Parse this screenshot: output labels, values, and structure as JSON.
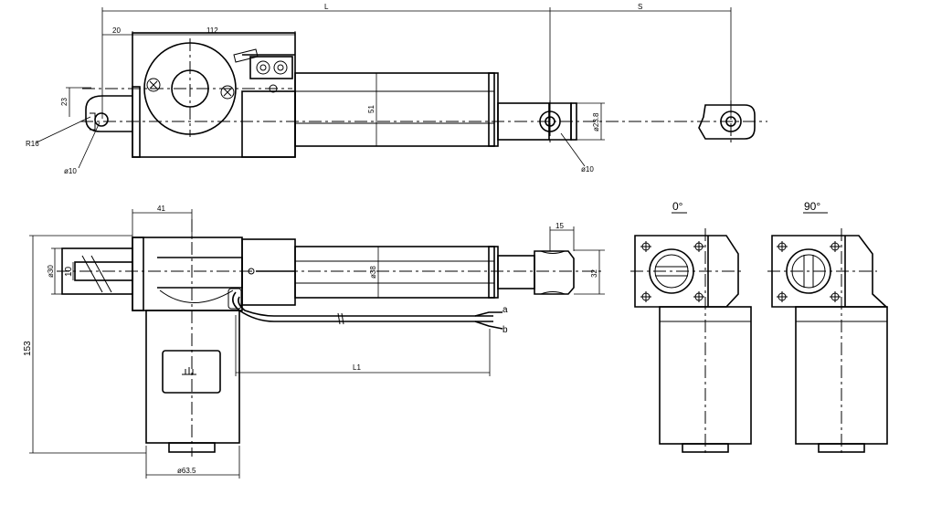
{
  "dimensions": {
    "L": "L",
    "S": "S",
    "d20": "20",
    "d112": "112",
    "d23": "23",
    "r16": "R16",
    "phi10_left": "ø10",
    "d51": "51",
    "phi23_8": "ø23.8",
    "phi10_right": "ø10",
    "d41": "41",
    "d15": "15",
    "phi30": "ø30",
    "d10": "10",
    "phi38": "ø38",
    "d32": "32",
    "d153": "153",
    "L1": "L1",
    "phi63_5": "ø63.5"
  },
  "wire_labels": {
    "a": "a",
    "b": "b"
  },
  "views": {
    "deg0": "0°",
    "deg90": "90°"
  },
  "colors": {
    "line": "#000000",
    "background": "#ffffff"
  }
}
